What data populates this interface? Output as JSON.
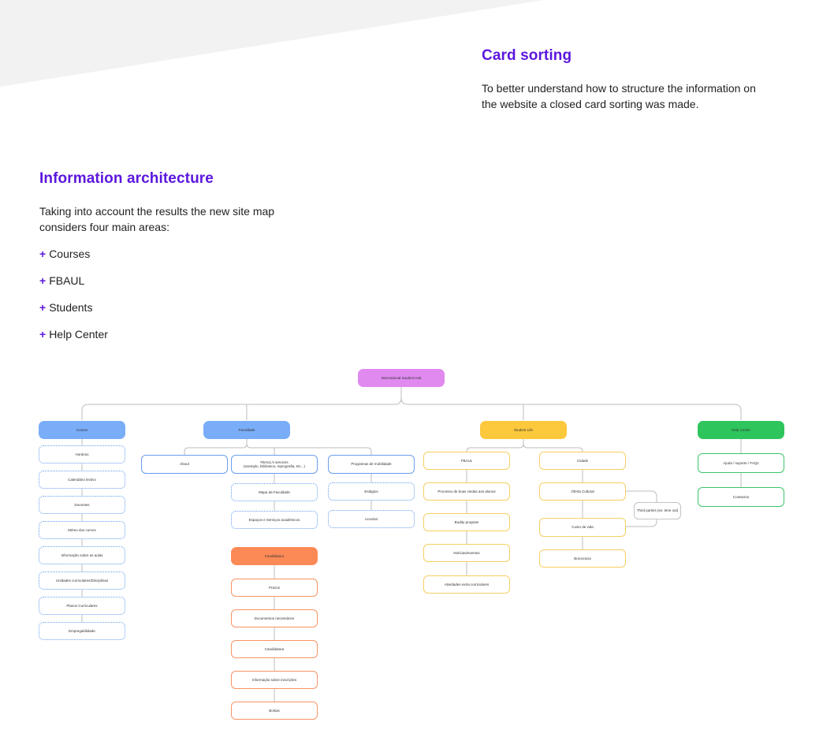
{
  "card_sorting": {
    "title": "Card sorting",
    "line1": "To better understand how to structure the information on",
    "line2": "the website a closed card sorting was made."
  },
  "info_arch": {
    "title": "Information architecture",
    "line1": "Taking into account the results the new site map",
    "line2": "considers four main areas:",
    "plus_symbol": "+",
    "areas": [
      "Courses",
      "FBAUL",
      "Students",
      "Help Center"
    ]
  },
  "sitemap": {
    "root": "International Student Hub",
    "courses": {
      "label": "Cursos",
      "items": [
        "Horários",
        "Calendário lectivo",
        "Docentes",
        "Mémo dos cursos",
        "Informação sobre as aulas",
        "Unidades curriculares/Disciplinas",
        "Planos Curriculares",
        "Empregabilidade"
      ]
    },
    "faculdade": {
      "label": "Faculdade",
      "about": "About",
      "services": {
        "line1": "FBAUL's services",
        "line2": "(exemplo, biblioteca, reprografia, etc...)",
        "items": [
          "Mapa da Faculdade",
          "Espaços e Serviços académicos"
        ]
      },
      "mobilidade": {
        "label": "Programas de mobilidade",
        "items": [
          "Estágios",
          "Acordos"
        ]
      },
      "candidatura": {
        "label": "Candidatura",
        "items": [
          "Prazos",
          "Documentos necessários",
          "Candidatura",
          "Informação sobre inscrições",
          "Bolsas"
        ]
      }
    },
    "student_life": {
      "label": "Student Life",
      "fbaul": {
        "label": "FBAUL",
        "items": [
          "Processo de boas vindas aos alunos",
          "Buddy program",
          "Notícias/eventos",
          "Atividades extra curriculares"
        ]
      },
      "cidade": {
        "label": "Cidade",
        "items": [
          "Oferta Cultural",
          "Custo de vida",
          "Burocracia"
        ]
      },
      "third_parties": "Third parties (ex: time out)"
    },
    "help_center": {
      "label": "Help Center",
      "items": [
        "Ajuda / suporte / FAQs",
        "Contactos"
      ]
    }
  }
}
